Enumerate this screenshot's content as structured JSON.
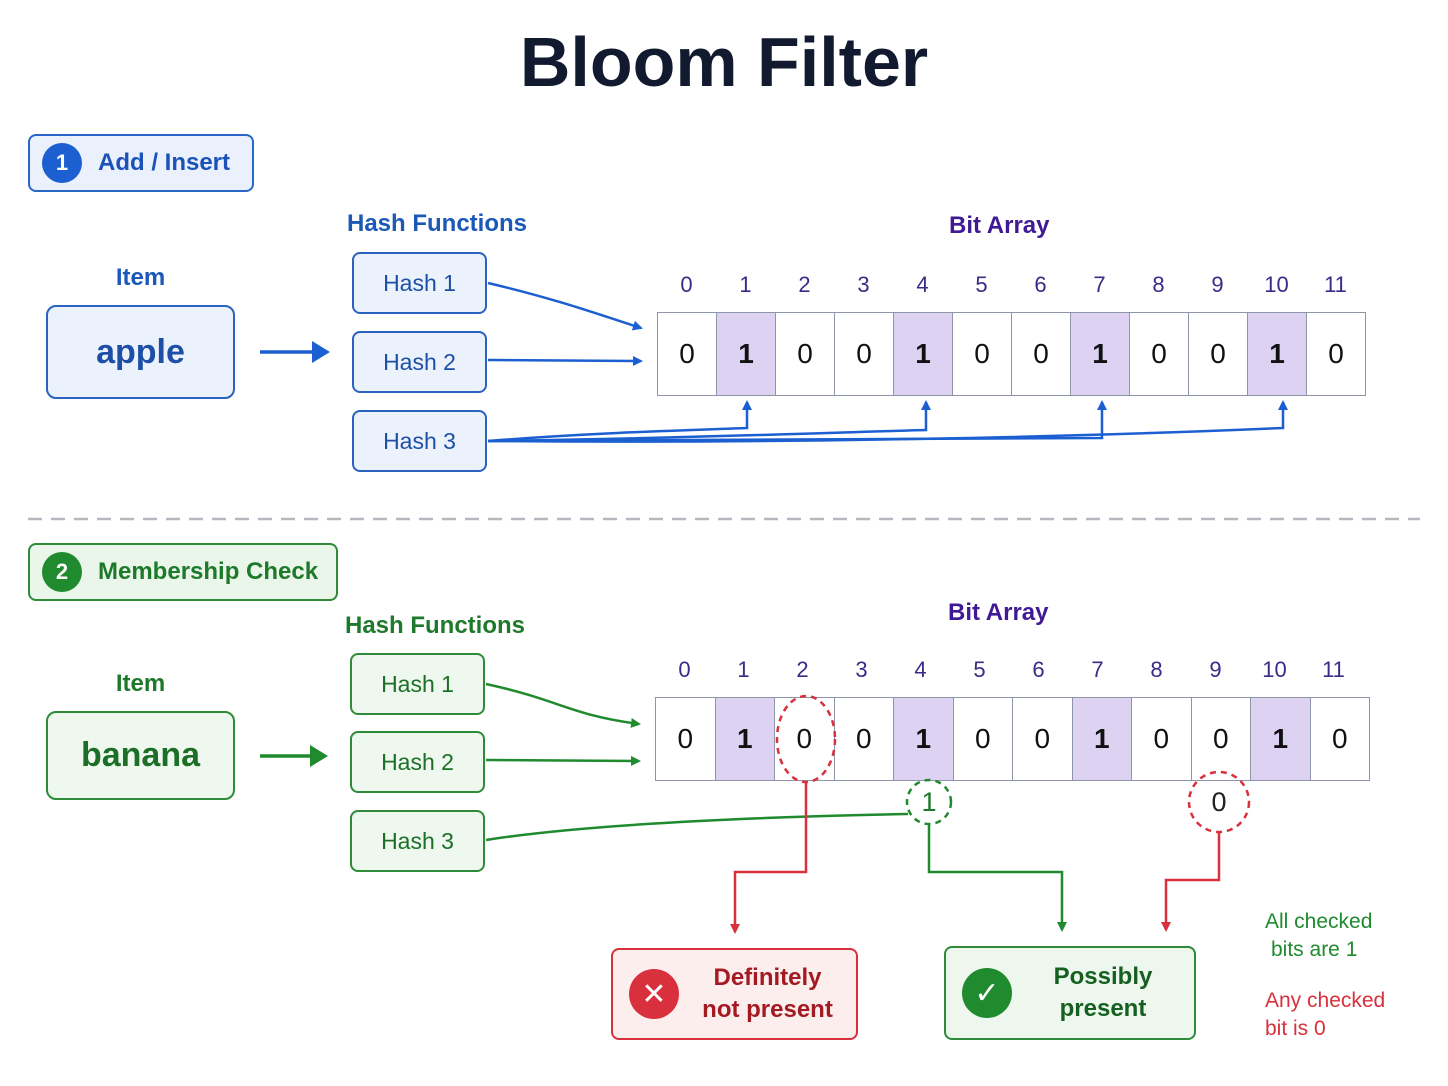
{
  "title": "Bloom Filter",
  "insert": {
    "step_number": "1",
    "step_label": "Add / Insert",
    "item_label": "Item",
    "item_value": "apple",
    "hash_header": "Hash Functions",
    "hashes": [
      "Hash 1",
      "Hash 2",
      "Hash 3"
    ],
    "array_header": "Bit Array",
    "indices": [
      "0",
      "1",
      "2",
      "3",
      "4",
      "5",
      "6",
      "7",
      "8",
      "9",
      "10",
      "11"
    ],
    "bits": [
      "0",
      "1",
      "0",
      "0",
      "1",
      "0",
      "0",
      "1",
      "0",
      "0",
      "1",
      "0"
    ]
  },
  "check": {
    "step_number": "2",
    "step_label": "Membership Check",
    "item_label": "Item",
    "item_value": "banana",
    "hash_header": "Hash Functions",
    "hashes": [
      "Hash 1",
      "Hash 2",
      "Hash 3"
    ],
    "array_header": "Bit Array",
    "indices": [
      "0",
      "1",
      "2",
      "3",
      "4",
      "5",
      "6",
      "7",
      "8",
      "9",
      "10",
      "11"
    ],
    "bits": [
      "0",
      "1",
      "0",
      "0",
      "1",
      "0",
      "0",
      "1",
      "0",
      "0",
      "1",
      "0"
    ],
    "checked_bit_a": "1",
    "checked_bit_b": "0"
  },
  "results": {
    "negative_line1": "Definitely",
    "negative_line2": "not present",
    "positive_line1": "Possibly",
    "positive_line2": "present",
    "note_all_line1": "All checked",
    "note_all_line2": "bits are 1",
    "note_any_line1": "Any checked",
    "note_any_line2": "bit is 0"
  },
  "colors": {
    "blue": "#1b5fd1",
    "green": "#1f8a2e",
    "red": "#d8303c",
    "purple_fill": "#ddd2f1"
  },
  "icons": [
    "x-icon",
    "check-icon",
    "arrow-right-icon"
  ]
}
